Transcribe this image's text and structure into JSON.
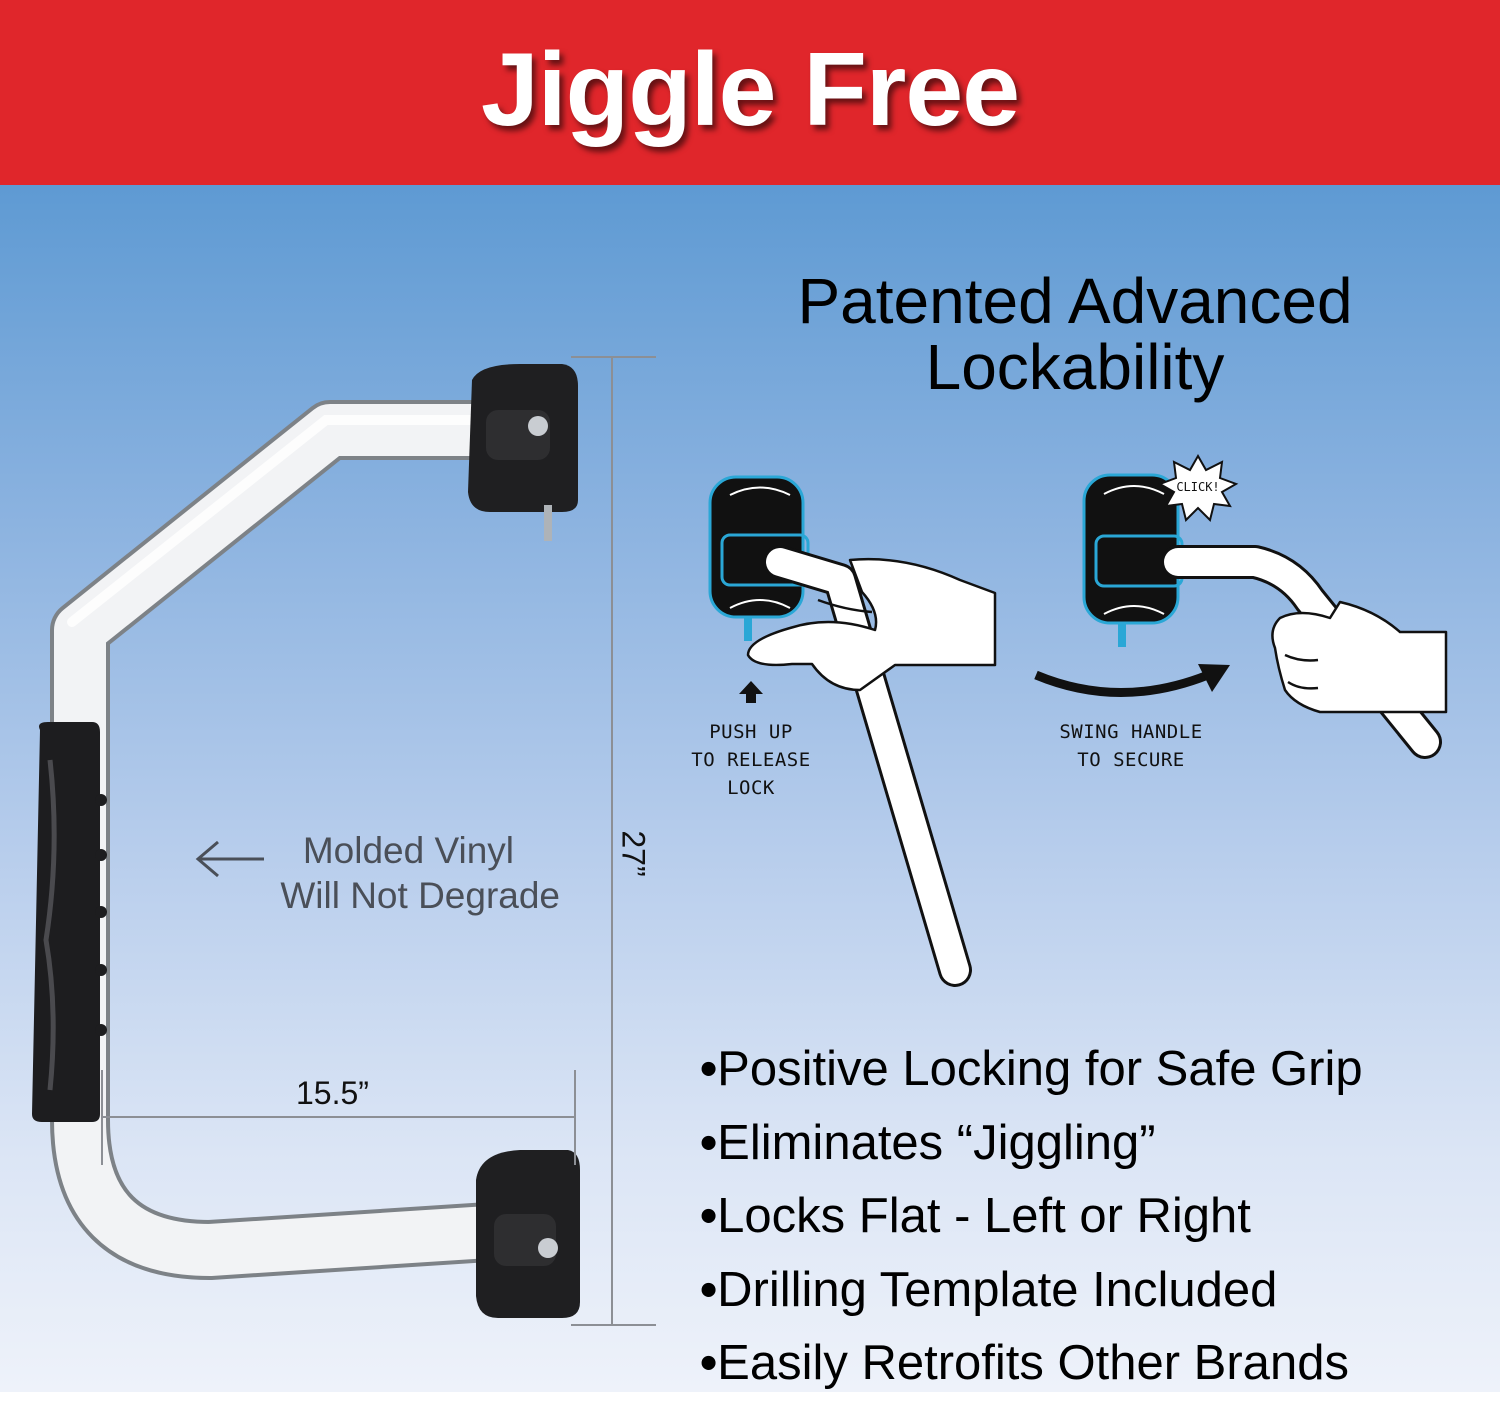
{
  "banner": {
    "title": "Jiggle Free",
    "color": "#e0262b"
  },
  "heading": {
    "line1": "Patented Advanced",
    "line2": "Lockability"
  },
  "dimensions": {
    "height": "27”",
    "width": "15.5”"
  },
  "callout": {
    "line1": "Molded Vinyl",
    "line2": "Will Not Degrade"
  },
  "steps": [
    {
      "lines": [
        "PUSH UP",
        "TO RELEASE",
        "LOCK"
      ]
    },
    {
      "lines": [
        "SWING HANDLE",
        "TO SECURE"
      ],
      "badge": "CLICK!"
    }
  ],
  "features": [
    "Positive Locking for Safe Grip",
    "Eliminates “Jiggling”",
    "Locks Flat - Left or Right",
    "Drilling Template Included",
    "Easily Retrofits Other Brands"
  ],
  "colors": {
    "background_top": "#5e9ad3",
    "background_bottom": "#eef2fa",
    "accent_blue": "#2aa7d6"
  }
}
